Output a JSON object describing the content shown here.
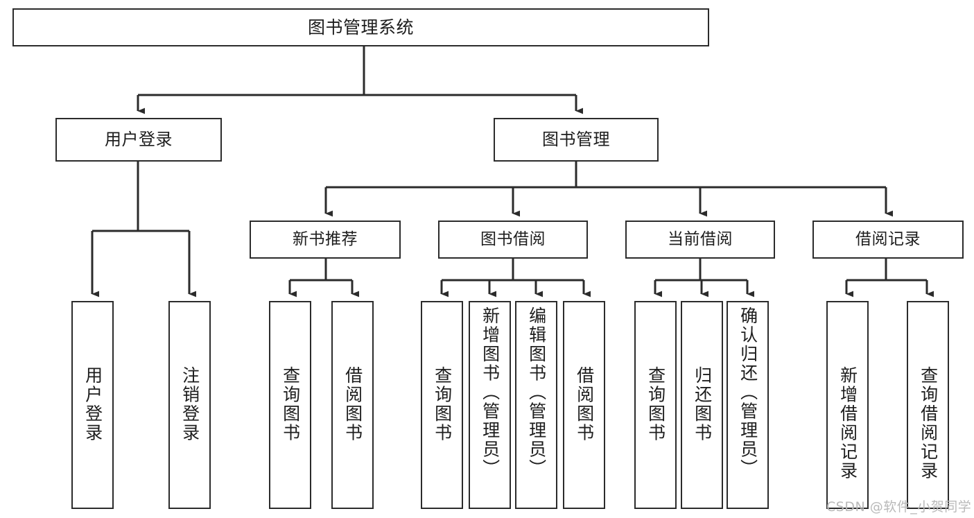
{
  "diagram": {
    "title": "图书管理系统",
    "type": "tree-hierarchy-chart",
    "colors": {
      "background": "#ffffff",
      "stroke": "#2b2b2b",
      "text": "#1d1d1d",
      "watermark": "#b9b9b9"
    },
    "root": {
      "label": "图书管理系统"
    },
    "level2": [
      {
        "label": "用户登录"
      },
      {
        "label": "图书管理"
      }
    ],
    "level3": [
      {
        "label": "新书推荐"
      },
      {
        "label": "图书借阅"
      },
      {
        "label": "当前借阅"
      },
      {
        "label": "借阅记录"
      }
    ],
    "leaves": {
      "user_login": [
        {
          "label": "用户登录"
        },
        {
          "label": "注销登录"
        }
      ],
      "new_book_recommend": [
        {
          "label": "查询图书"
        },
        {
          "label": "借阅图书"
        }
      ],
      "book_borrow": [
        {
          "label": "查询图书"
        },
        {
          "label": "新增图书（管理员）"
        },
        {
          "label": "编辑图书（管理员）"
        },
        {
          "label": "借阅图书"
        }
      ],
      "current_borrow": [
        {
          "label": "查询图书"
        },
        {
          "label": "归还图书"
        },
        {
          "label": "确认归还（管理员）"
        }
      ],
      "borrow_record": [
        {
          "label": "新增借阅记录"
        },
        {
          "label": "查询借阅记录"
        }
      ]
    },
    "watermark": "CSDN @软件_小贺同学"
  }
}
